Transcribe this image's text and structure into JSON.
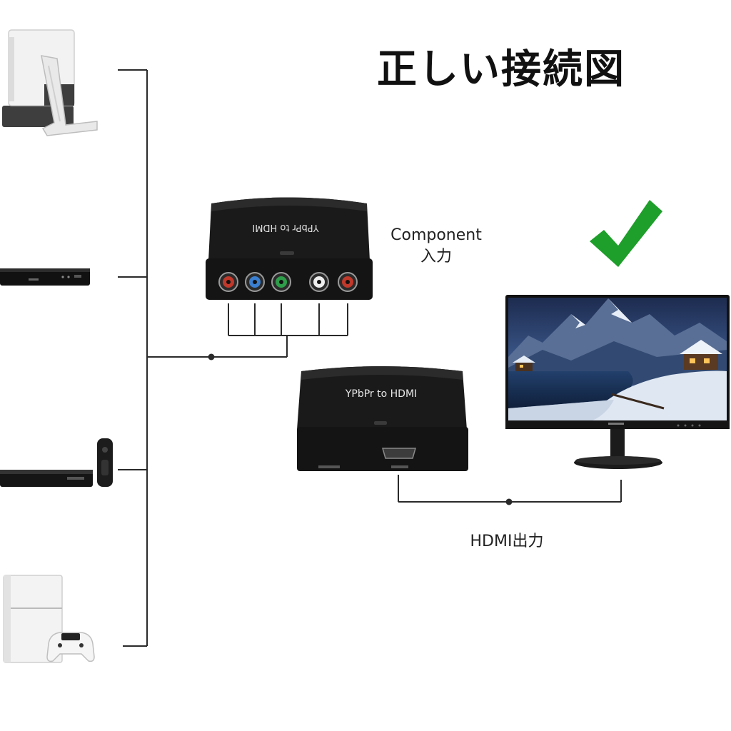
{
  "title": "正しい接続図",
  "component_input": {
    "line1": "Component",
    "line2": "入力"
  },
  "hdmi_output": "HDMI出力",
  "converter_back_text": "YPbPr to HDMI",
  "converter_front_text": "YPbPr to HDMI",
  "check_color": "#1e9e2a",
  "rca_colors": [
    "#c0392b",
    "#3a7fd0",
    "#2e9e4a",
    "#eeeeee",
    "#c0392b"
  ],
  "devices": [
    "game-console-wii",
    "dvd-player",
    "dvd-player-with-remote",
    "game-console-ps4"
  ]
}
